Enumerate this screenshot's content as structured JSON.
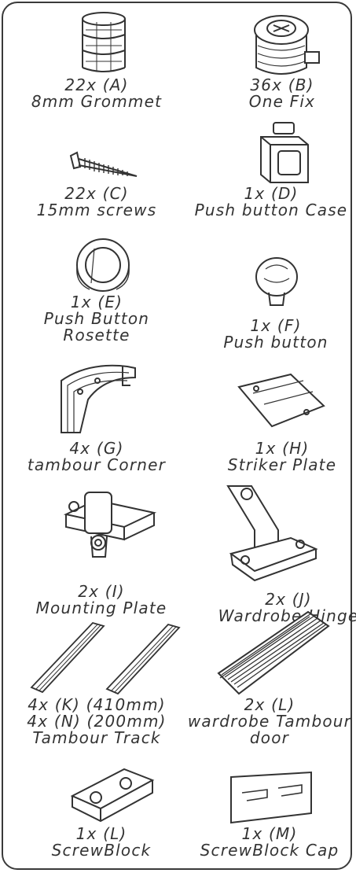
{
  "parts": [
    {
      "icon": "grommet-icon",
      "lines": [
        "22x (A)",
        "8mm Grommet"
      ]
    },
    {
      "icon": "one-fix-icon",
      "lines": [
        "36x (B)",
        "One Fix"
      ]
    },
    {
      "icon": "screw-icon",
      "lines": [
        "22x (C)",
        "15mm screws"
      ]
    },
    {
      "icon": "push-button-case-icon",
      "lines": [
        "1x (D)",
        "Push button Case"
      ]
    },
    {
      "icon": "rosette-icon",
      "lines": [
        "1x (E)",
        "Push Button",
        "Rosette"
      ]
    },
    {
      "icon": "push-button-icon",
      "lines": [
        "1x (F)",
        "Push button"
      ]
    },
    {
      "icon": "tambour-corner-icon",
      "lines": [
        "4x (G)",
        "tambour Corner"
      ]
    },
    {
      "icon": "striker-plate-icon",
      "lines": [
        "1x (H)",
        "Striker Plate"
      ]
    },
    {
      "icon": "mounting-plate-icon",
      "lines": [
        "2x (I)",
        "Mounting Plate"
      ]
    },
    {
      "icon": "wardrobe-hinge-icon",
      "lines": [
        "2x (J)",
        "Wardrobe Hinge"
      ]
    },
    {
      "icon": "tambour-track-icon",
      "lines": [
        "4x (K) (410mm)",
        "4x (N) (200mm)",
        "Tambour Track"
      ]
    },
    {
      "icon": "tambour-door-icon",
      "lines": [
        "2x (L)",
        "wardrobe Tambour",
        "door"
      ]
    },
    {
      "icon": "screwblock-icon",
      "lines": [
        "1x (L)",
        "ScrewBlock"
      ]
    },
    {
      "icon": "screwblock-cap-icon",
      "lines": [
        "1x (M)",
        "ScrewBlock Cap"
      ]
    }
  ]
}
